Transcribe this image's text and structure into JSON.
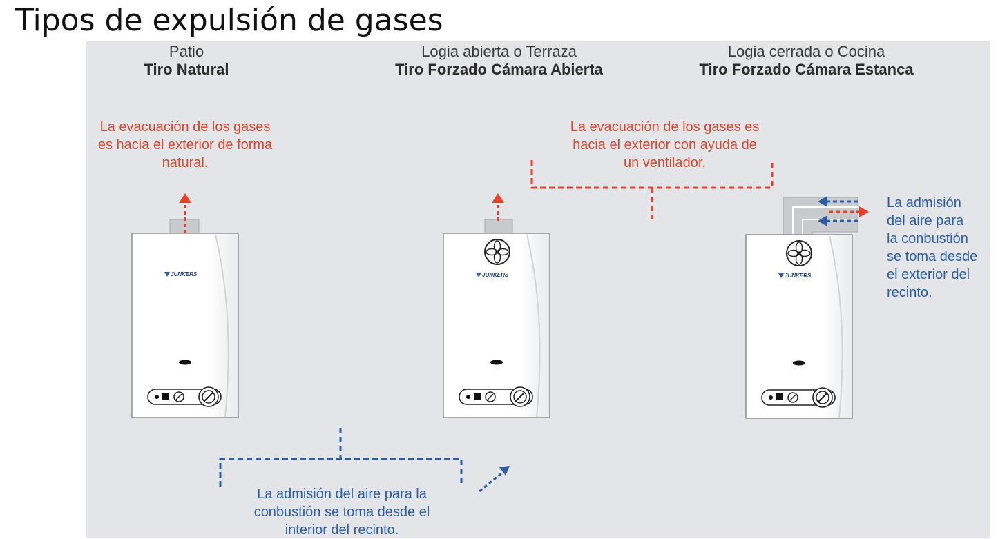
{
  "title": "Tipos de expulsión de gases",
  "columns": [
    {
      "location": "Patio",
      "type": "Tiro Natural"
    },
    {
      "location": "Logia abierta o Terraza",
      "type": "Tiro Forzado Cámara Abierta"
    },
    {
      "location": "Logia cerrada o Cocina",
      "type": "Tiro Forzado Cámara Estanca"
    }
  ],
  "notes": {
    "natural_exhaust": [
      "La evacuación de los gases",
      "es hacia el exterior de forma",
      "natural."
    ],
    "forced_exhaust": [
      "La evacuación de los gases es",
      "hacia el exterior con ayuda de",
      "un ventilador."
    ],
    "interior_intake": [
      "La admisión del aire para la",
      "conbustión se toma desde el",
      "interior del recinto."
    ],
    "exterior_intake": [
      "La admisión",
      "del aire para",
      "la conbustión",
      "se toma desde",
      "el exterior del",
      "recinto."
    ]
  },
  "heaters": [
    {
      "brand": "JUNKERS",
      "fan": false
    },
    {
      "brand": "JUNKERS",
      "fan": true
    },
    {
      "brand": "JUNKERS",
      "fan": true
    }
  ],
  "colors": {
    "panel": "#e4e5e8",
    "exhaust_red": "#e8402a",
    "intake_blue": "#2b5ea3",
    "label_red": "#d9472c",
    "label_blue": "#2b5ea3"
  },
  "icons": [
    "up-arrow-icon",
    "fan-icon",
    "brand-logo-icon",
    "dashed-bracket-icon",
    "diagonal-arrow-icon",
    "left-arrow-icon",
    "right-arrow-icon",
    "control-knob-icon"
  ]
}
